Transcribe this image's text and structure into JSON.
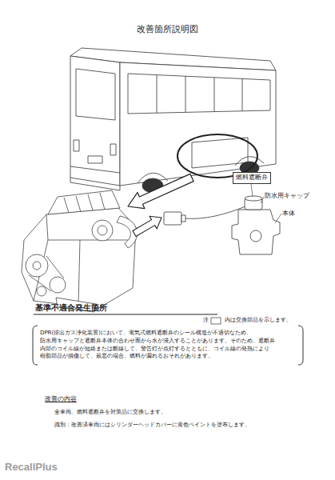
{
  "diagram": {
    "title": "改善箇所説明図",
    "nodes": [
      {
        "text": [
          "燃料遮断弁"
        ]
      },
      {
        "text": [
          "DPR(排出ガス浄化装置)において、電気式燃料遮断弁のシール構造が不適切なため、 防水用キャップと遮断弁本体の合わせ面から水が浸入することがあります。そのため、遮断弁 内部のコイル線が短絡または断線して、警告灯が点灯するとともに、コイル線の発熱により 樹脂部品が損傷して、最悪の場合、燃料が漏れるおそれがあります。"
        ]
      }
    ],
    "labels": [
      "防水用キャップ",
      "本体",
      "基準不適合発生箇所",
      "注",
      "内は交換部品を示します。",
      "改善の内容",
      "全車両、燃料遮断弁を対策品に交換します。",
      "識別：改善済車両にはシリンダーヘッドカバーに黄色ペイントを塗布します。",
      "RecallPlus"
    ]
  }
}
